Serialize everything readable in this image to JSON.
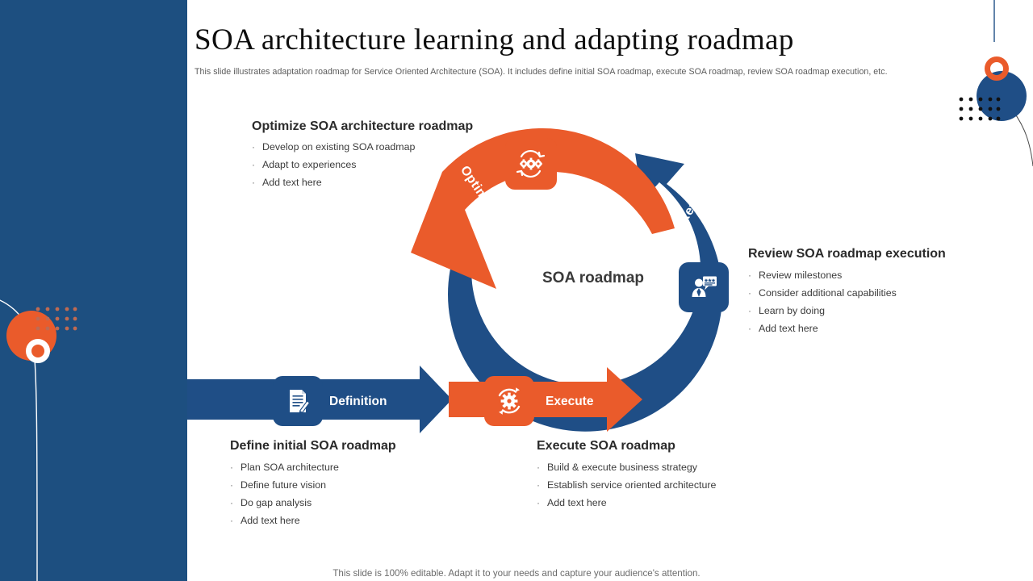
{
  "colors": {
    "orange": "#ea5b2b",
    "blue": "#1f4e86",
    "sidebar_blue": "#1d4f80",
    "heading_text": "#2b2b2b",
    "body_text": "#3c3c3c"
  },
  "header": {
    "title": "SOA architecture  learning and adapting  roadmap",
    "subtitle": "This slide illustrates adaptation roadmap for Service Oriented Architecture (SOA).  It includes define initial SOA roadmap, execute SOA  roadmap, review SOA  roadmap execution, etc."
  },
  "diagram": {
    "center_label": "SOA roadmap",
    "arcs": [
      {
        "id": "optimise",
        "label": "Optimise",
        "color": "#ea5b2b",
        "icon": "gears-cycle-icon"
      },
      {
        "id": "review",
        "label": "Review",
        "color": "#1f4e86",
        "icon": "person-review-icon"
      }
    ],
    "bars": [
      {
        "id": "definition",
        "label": "Definition",
        "color": "#1f4e86",
        "icon": "document-pen-icon"
      },
      {
        "id": "execute",
        "label": "Execute",
        "color": "#ea5b2b",
        "icon": "gear-cycle-icon"
      }
    ]
  },
  "blocks": {
    "optimize": {
      "heading": "Optimize SOA architecture roadmap",
      "items": [
        "Develop  on existing SOA roadmap",
        "Adapt to experiences",
        "Add text here"
      ]
    },
    "review": {
      "heading": "Review SOA roadmap execution",
      "items": [
        "Review  milestones",
        "Consider  additional  capabilities",
        "Learn  by doing",
        "Add text here"
      ]
    },
    "define": {
      "heading": "Define initial SOA roadmap",
      "items": [
        "Plan SOA architecture",
        "Define  future  vision",
        "Do  gap analysis",
        "Add text here"
      ]
    },
    "execute": {
      "heading": "Execute SOA roadmap",
      "items": [
        "Build & execute business strategy",
        "Establish service  oriented  architecture",
        "Add text here"
      ]
    }
  },
  "footer": {
    "note": "This slide is 100% editable. Adapt it to your needs and capture your audience's attention."
  },
  "bullet_char": "·"
}
